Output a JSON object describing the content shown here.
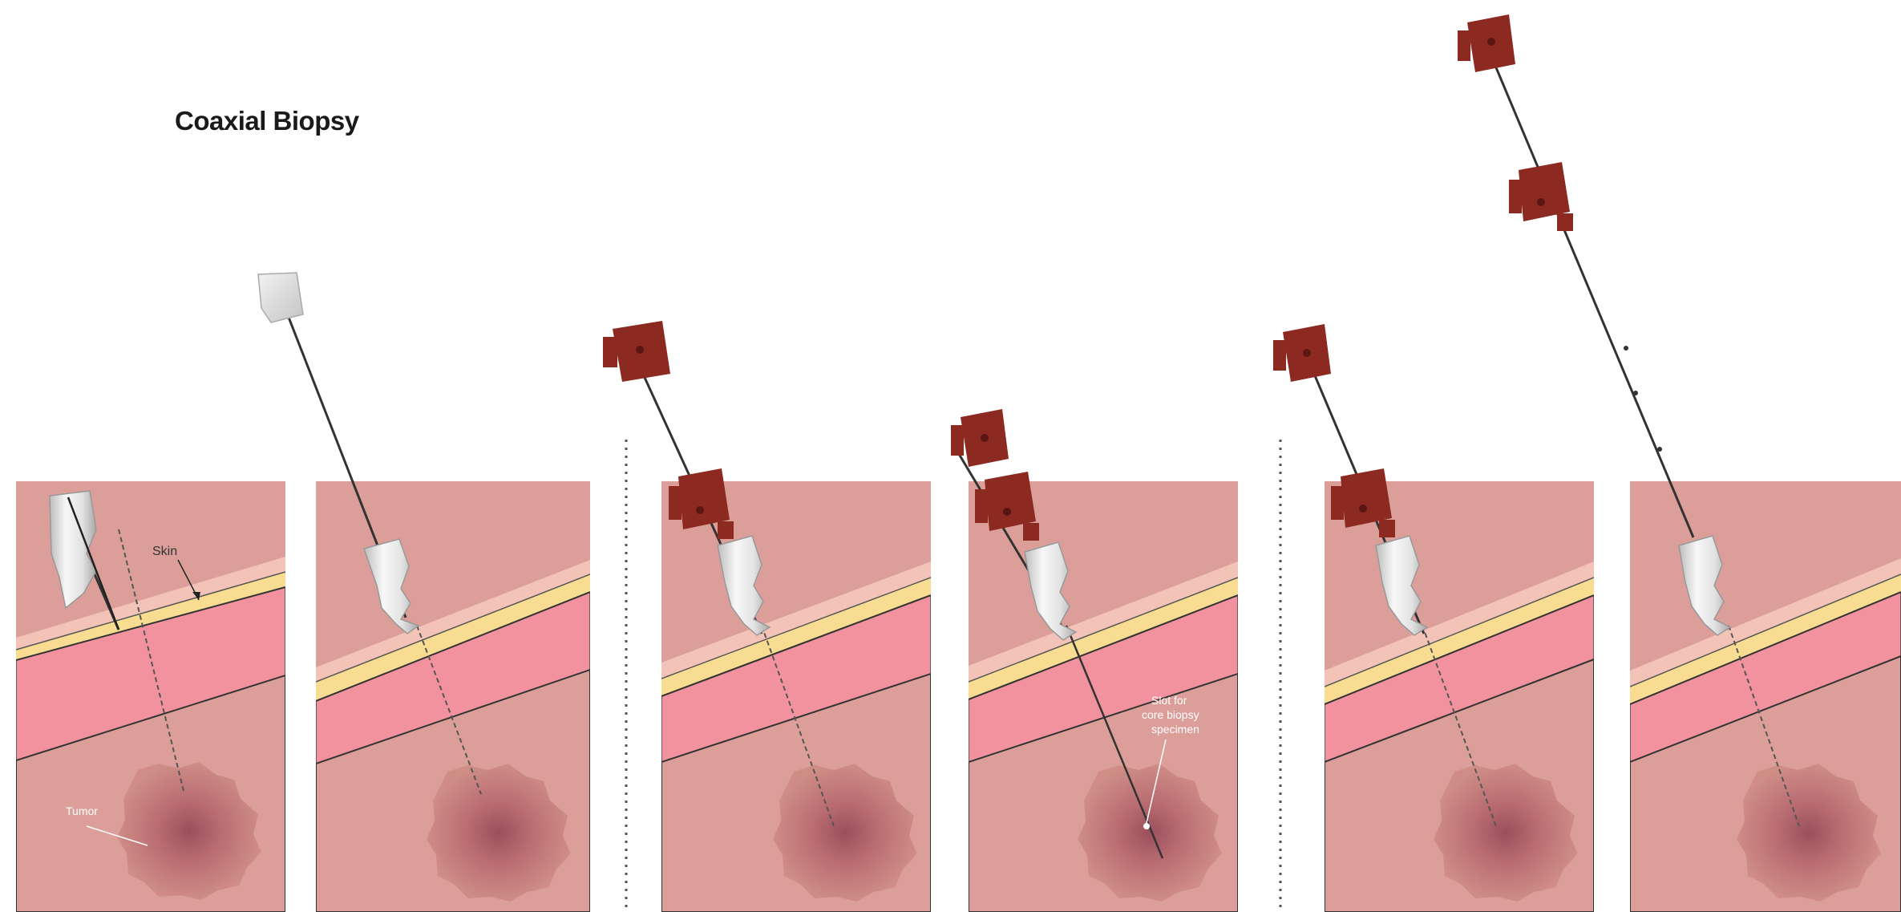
{
  "title": "Coaxial Biopsy",
  "labels": {
    "skin": "Skin",
    "tumor": "Tumor",
    "slot_line1": "Slot for",
    "slot_line2": "core biopsy",
    "slot_line3": "specimen"
  },
  "colors": {
    "skin_outer": "#f3c3b8",
    "fat_layer": "#f7dc92",
    "muscle_layer": "#f1929e",
    "deep_tissue": "#dc9e99",
    "tumor_outer": "#c98580",
    "tumor_inner": "#a65e66",
    "needle_hub": "#8c2a22",
    "needle_hub_dark": "#5a1612",
    "cannula": "#e6e6e6"
  },
  "panels": [
    {
      "id": "p1",
      "step": "coaxial-needle-inserted-with-stylet"
    },
    {
      "id": "p2",
      "step": "stylet-withdrawn"
    },
    {
      "id": "p3",
      "step": "biopsy-needle-inserted"
    },
    {
      "id": "p4",
      "step": "biopsy-needle-fired"
    },
    {
      "id": "p5",
      "step": "biopsy-needle-inserted-repeat"
    },
    {
      "id": "p6",
      "step": "biopsy-needle-withdrawn"
    }
  ]
}
